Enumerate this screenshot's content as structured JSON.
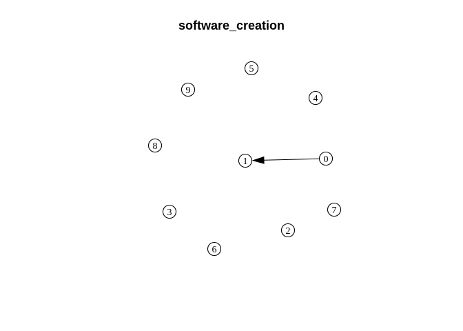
{
  "title": "software_creation",
  "graph": {
    "directed": true,
    "nodes": [
      {
        "id": "0",
        "label": "0"
      },
      {
        "id": "1",
        "label": "1"
      },
      {
        "id": "2",
        "label": "2"
      },
      {
        "id": "3",
        "label": "3"
      },
      {
        "id": "4",
        "label": "4"
      },
      {
        "id": "5",
        "label": "5"
      },
      {
        "id": "6",
        "label": "6"
      },
      {
        "id": "7",
        "label": "7"
      },
      {
        "id": "8",
        "label": "8"
      },
      {
        "id": "9",
        "label": "9"
      }
    ],
    "edges": [
      {
        "from": "0",
        "to": "1"
      }
    ]
  }
}
